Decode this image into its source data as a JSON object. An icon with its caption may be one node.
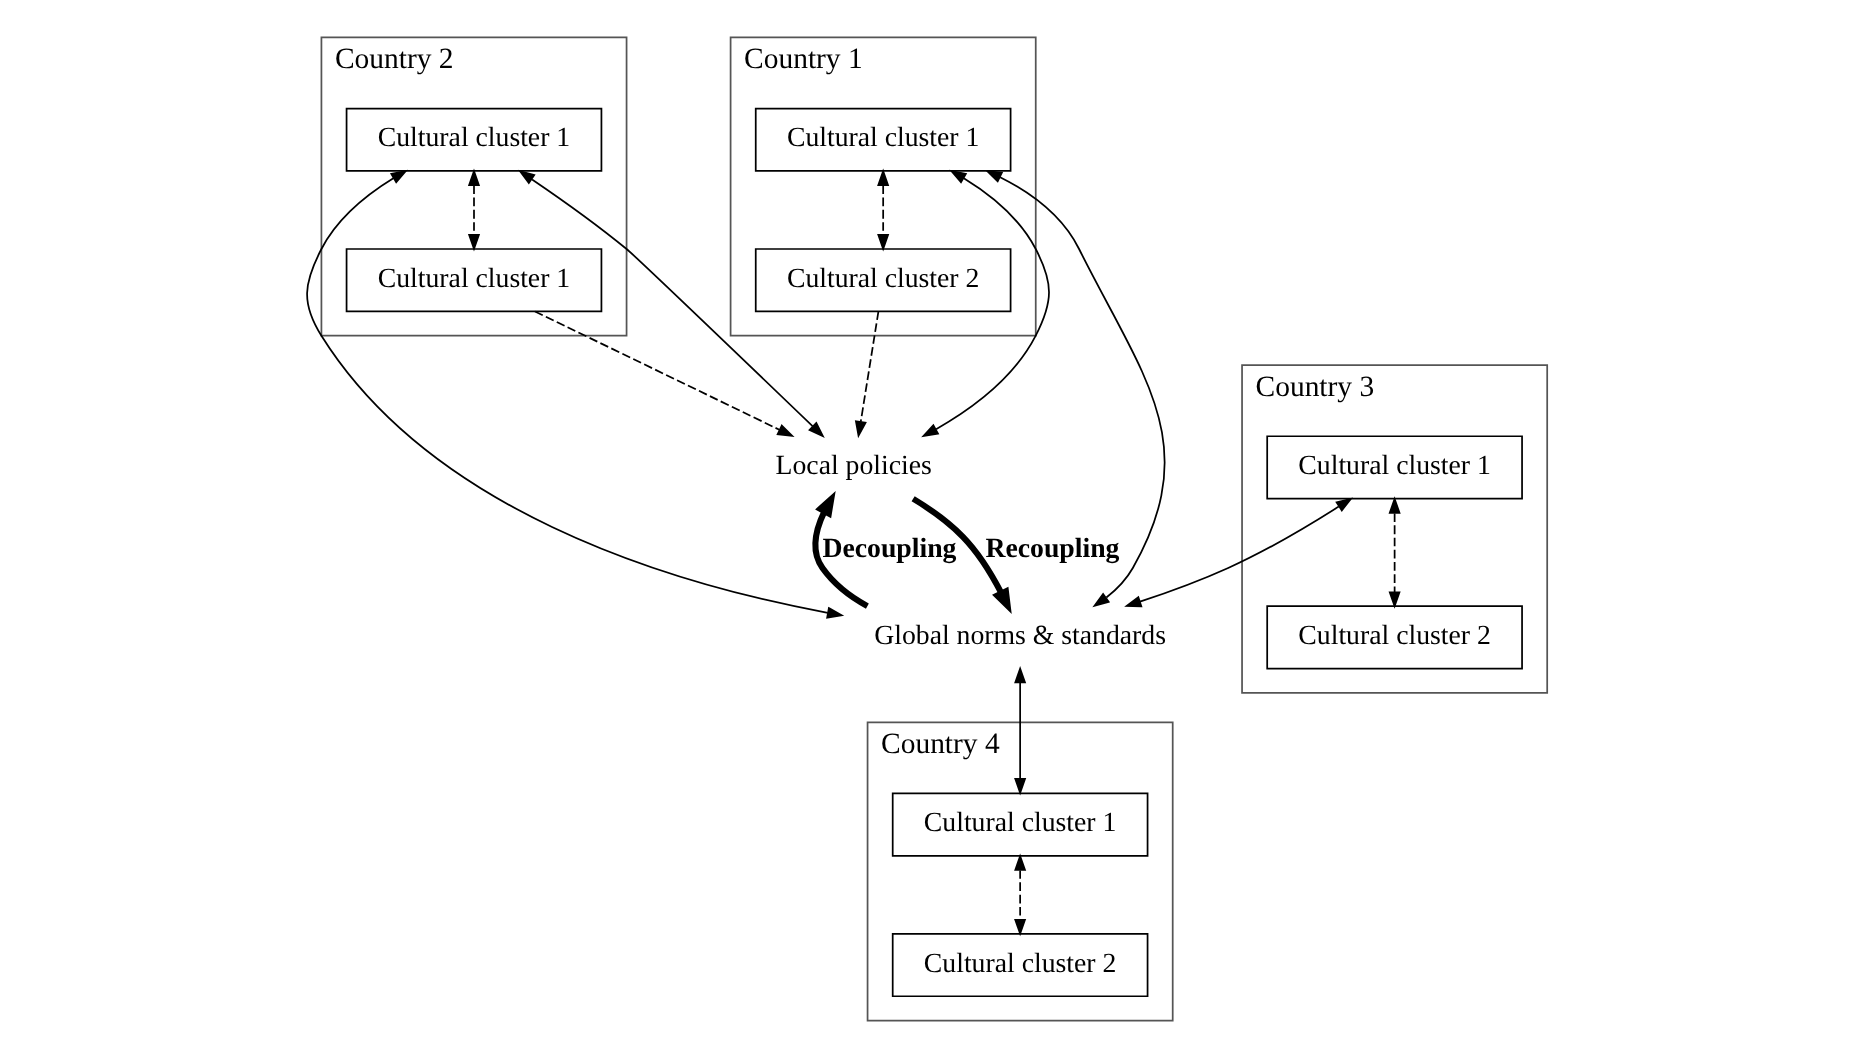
{
  "diagram": {
    "nodes": [
      {
        "text": [
          "Country 1"
        ]
      },
      {
        "text": [
          "Cultural cluster 1"
        ],
        "in": 0
      },
      {
        "text": [
          "Cultural cluster 2"
        ],
        "in": 0
      },
      {
        "text": [
          "Local policies"
        ]
      },
      {
        "text": [
          "Country 2"
        ]
      },
      {
        "text": [
          "Cultural cluster 1"
        ],
        "in": 4
      },
      {
        "text": [
          "Cultural cluster 1"
        ],
        "in": 4
      },
      {
        "text": [
          "Country 3"
        ]
      },
      {
        "text": [
          "Cultural cluster 1"
        ],
        "in": 7
      },
      {
        "text": [
          "Cultural cluster 2"
        ],
        "in": 7
      },
      {
        "text": [
          "Global norms & standards"
        ]
      },
      {
        "text": [
          "Country 4"
        ]
      },
      {
        "text": [
          "Cultural cluster 1"
        ],
        "in": 11
      },
      {
        "text": [
          "Cultural cluster 2"
        ],
        "in": 11
      }
    ],
    "edges": [
      {
        "from": 1,
        "to": 3,
        "arrow": "both"
      },
      {
        "from": 2,
        "to": 3,
        "arrow": "to",
        "style": "dashed"
      },
      {
        "from": 1,
        "to": 2,
        "arrow": "both",
        "style": "dashed"
      },
      {
        "from": 1,
        "to": 10,
        "arrow": "both"
      },
      {
        "from": 5,
        "to": 3,
        "arrow": "both"
      },
      {
        "from": 6,
        "to": 3,
        "arrow": "to",
        "style": "dashed"
      },
      {
        "from": 5,
        "to": 6,
        "arrow": "both",
        "style": "dashed"
      },
      {
        "from": 5,
        "to": 10,
        "arrow": "both"
      },
      {
        "from": 10,
        "to": 3,
        "arrow": "to",
        "style": "thick",
        "label": "Decoupling"
      },
      {
        "from": 3,
        "to": 10,
        "arrow": "to",
        "style": "thick",
        "label": "Recoupling"
      },
      {
        "from": 8,
        "to": 10,
        "arrow": "both"
      },
      {
        "from": 8,
        "to": 9,
        "arrow": "both",
        "style": "dashed"
      },
      {
        "from": 10,
        "to": 12,
        "arrow": "both"
      },
      {
        "from": 12,
        "to": 13,
        "arrow": "both",
        "style": "dashed"
      }
    ]
  }
}
